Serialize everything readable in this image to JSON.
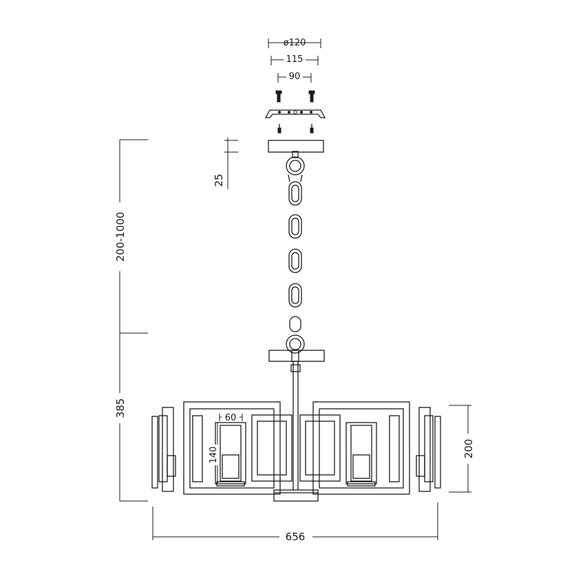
{
  "dimensions": {
    "canopy_diameter": "ø120",
    "canopy_width": "115",
    "mount_spacing": "90",
    "canopy_height": "25",
    "drop_range": "200-1000",
    "body_height": "385",
    "shade_height": "200",
    "overall_width": "656",
    "lamp_width": "60",
    "lamp_height": "140"
  }
}
